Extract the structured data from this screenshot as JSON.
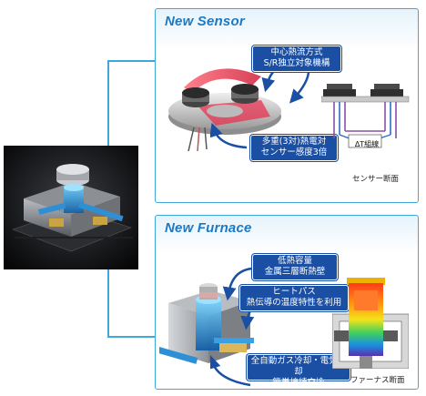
{
  "sensor": {
    "title": "New Sensor",
    "callout_top": [
      "中心熱流方式",
      "S/R独立対象機構"
    ],
    "callout_bottom": [
      "多重(3対)熱電対",
      "センサー感度3倍"
    ],
    "dt_label": "ΔT組線",
    "caption": "センサー断面"
  },
  "furnace": {
    "title": "New Furnace",
    "callout_1": [
      "低熱容量",
      "金属三層断熱壁"
    ],
    "callout_2": [
      "ヒートパス",
      "熱伝導の温度特性を利用"
    ],
    "callout_3": [
      "全自動ガス冷却・電気冷却",
      "簡単接続交換"
    ],
    "caption": "ファーナス断面"
  },
  "colors": {
    "accent": "#3ea7dc",
    "title": "#1c79c6",
    "callout": "#1a4fa3"
  }
}
